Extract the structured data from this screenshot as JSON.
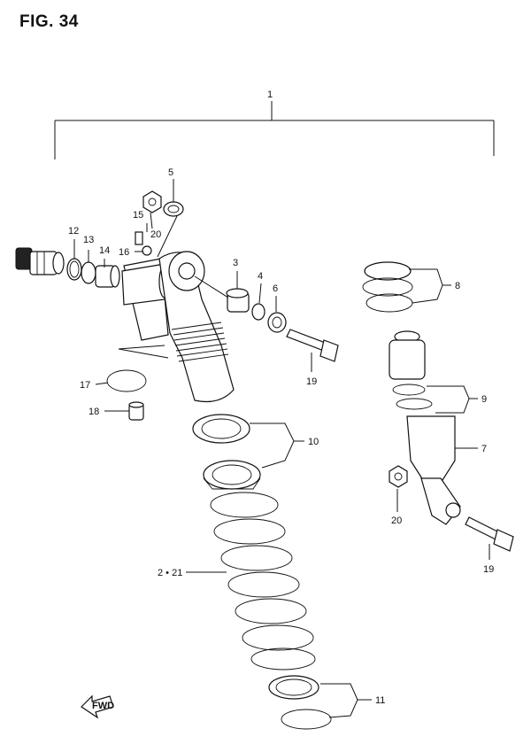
{
  "figure": {
    "title": "FIG. 34"
  },
  "callouts": {
    "c1": "1",
    "c2_21": "2 • 21",
    "c3": "3",
    "c4": "4",
    "c5": "5",
    "c6": "6",
    "c7": "7",
    "c8": "8",
    "c9": "9",
    "c10": "10",
    "c11": "11",
    "c12": "12",
    "c13": "13",
    "c14": "14",
    "c15": "15",
    "c16": "16",
    "c17": "17",
    "c18": "18",
    "c19a": "19",
    "c19b": "19",
    "c20a": "20",
    "c20b": "20"
  },
  "fwd_label": "FWD",
  "icons": {
    "direction": "fwd-arrow-icon"
  }
}
